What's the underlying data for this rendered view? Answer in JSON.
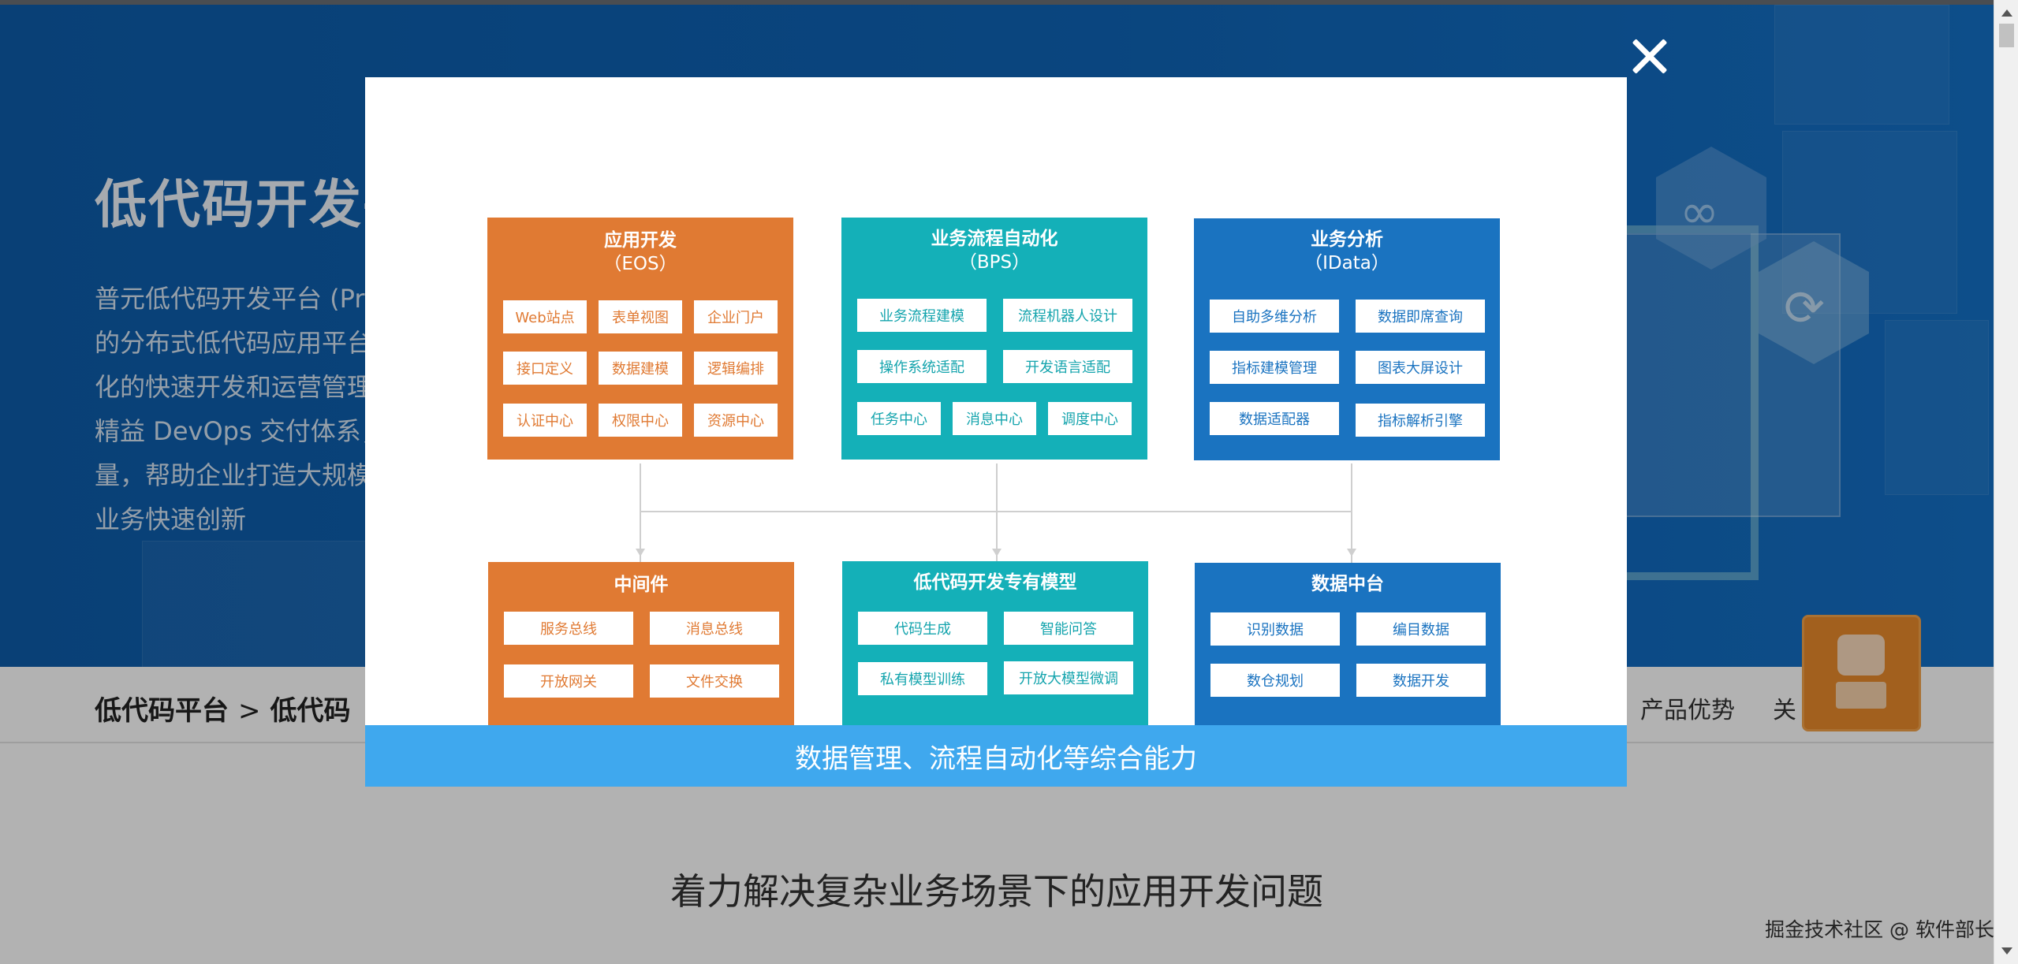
{
  "hero": {
    "title": "低代码开发平",
    "desc_lines": [
      "普元低代码开发平台 (Pr",
      "的分布式低代码应用平台",
      "化的快速开发和运营管理",
      "精益 DevOps 交付体系，",
      "量，帮助企业打造大规模",
      "业务快速创新"
    ]
  },
  "subnav": {
    "crumb_root": "低代码平台",
    "crumb_sep": ">",
    "crumb_current": "低代码",
    "nav_items": [
      "产品优势",
      "关"
    ]
  },
  "content": {
    "title": "着力解决复杂业务场景下的应用开发问题"
  },
  "watermark": "掘金技术社区 @ 软件部长",
  "colors": {
    "orange": "#e07a33",
    "teal": "#14b0b8",
    "blue": "#1a73c0",
    "caption_bg": "#3fa8ee",
    "hero_bg": "#0f64b6"
  },
  "modal": {
    "close_icon": "close-icon",
    "caption": "数据管理、流程自动化等综合能力",
    "blocks": {
      "eos": {
        "title_line1": "应用开发",
        "title_line2": "（EOS）",
        "items": [
          "Web站点",
          "表单视图",
          "企业门户",
          "接口定义",
          "数据建模",
          "逻辑编排",
          "认证中心",
          "权限中心",
          "资源中心"
        ]
      },
      "bps": {
        "title_line1": "业务流程自动化",
        "title_line2": "（BPS）",
        "items": [
          "业务流程建模",
          "流程机器人设计",
          "操作系统适配",
          "开发语言适配",
          "任务中心",
          "消息中心",
          "调度中心"
        ]
      },
      "idata": {
        "title_line1": "业务分析",
        "title_line2": "（IData）",
        "items": [
          "自助多维分析",
          "数据即席查询",
          "指标建模管理",
          "图表大屏设计",
          "数据适配器",
          "指标解析引擎"
        ]
      },
      "middleware": {
        "title": "中间件",
        "items": [
          "服务总线",
          "消息总线",
          "开放网关",
          "文件交换"
        ]
      },
      "lowcode_model": {
        "title": "低代码开发专有模型",
        "items": [
          "代码生成",
          "智能问答",
          "私有模型训练",
          "开放大模型微调"
        ]
      },
      "data_platform": {
        "title": "数据中台",
        "items": [
          "识别数据",
          "编目数据",
          "数仓规划",
          "数据开发"
        ]
      }
    }
  }
}
